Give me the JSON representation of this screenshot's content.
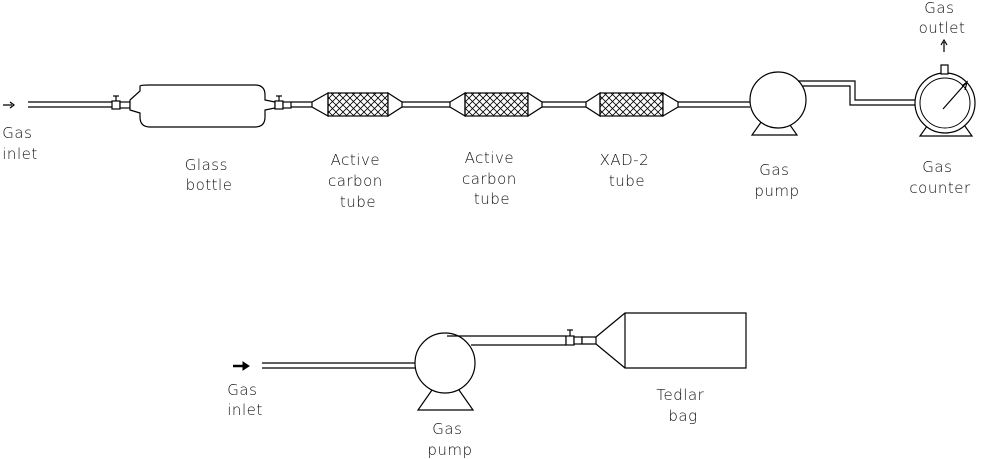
{
  "top_train": {
    "gas_inlet": [
      "Gas",
      "inlet"
    ],
    "glass_bottle": [
      "Glass",
      "bottle"
    ],
    "active_carbon_tube_1": [
      "Active",
      "carbon",
      "tube"
    ],
    "active_carbon_tube_2": [
      "Active",
      "carbon",
      "tube"
    ],
    "xad2_tube": [
      "XAD-2",
      "tube"
    ],
    "gas_pump": [
      "Gas",
      "pump"
    ],
    "gas_counter": [
      "Gas",
      "counter"
    ],
    "gas_outlet": [
      "Gas",
      "outlet"
    ]
  },
  "bottom_train": {
    "gas_inlet": [
      "Gas",
      "inlet"
    ],
    "gas_pump": [
      "Gas",
      "pump"
    ],
    "tedlar_bag": [
      "Tedlar",
      "bag"
    ]
  },
  "colors": {
    "line": "#000000",
    "text": "#111111",
    "background": "#ffffff"
  }
}
